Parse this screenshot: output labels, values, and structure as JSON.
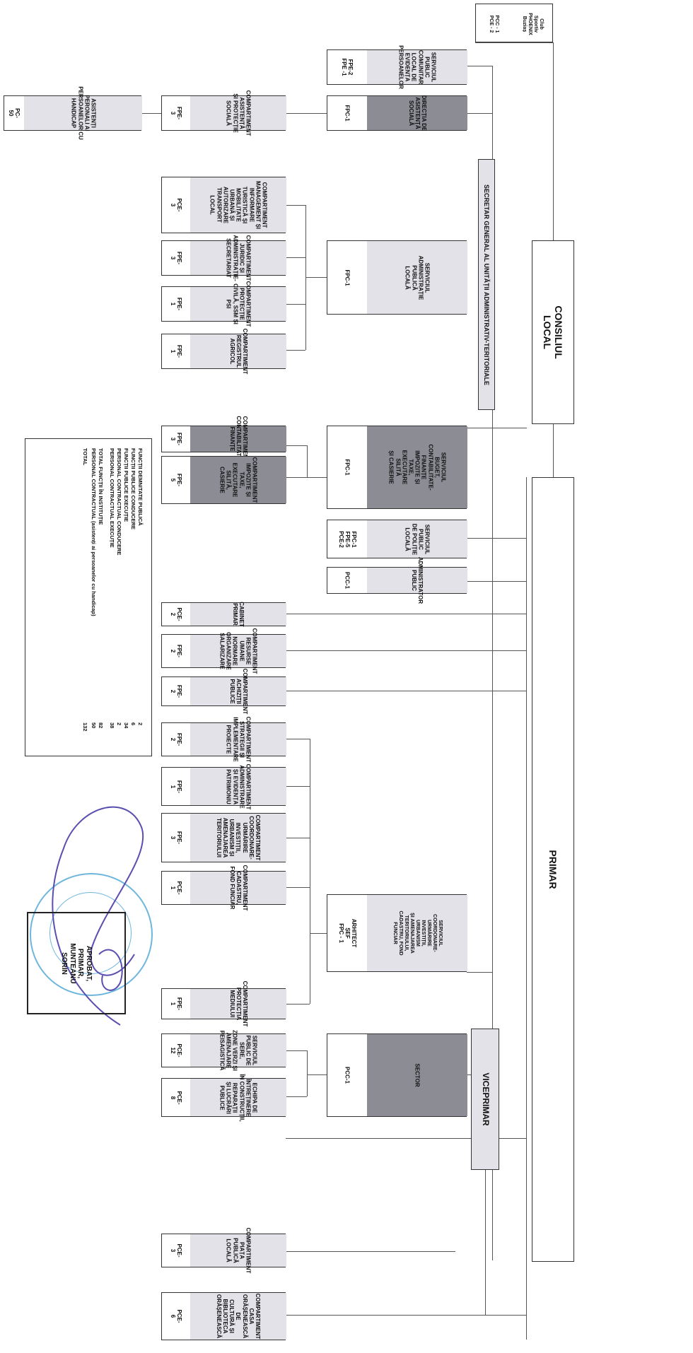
{
  "header": {
    "consiliul_local": "CONSILIUL LOCAL",
    "primar": "PRIMAR",
    "viceprimar": "VICEPRIMAR",
    "secretar_general": "SECRETAR GENERAL AL UNITĂȚII ADMINISTRATIV-TERITORIALE"
  },
  "club": {
    "name": "Club\nSportiv\nPHOENIX\nBuziaș",
    "code": "PCC - 1\nPCE - 2"
  },
  "units": [
    {
      "code": "FPE-2\nFPE -1",
      "name": "SERVICIUL PUBLIC\nCOMUNITAR LOCAL DE\nEVIDENȚA PERSOANELOR"
    },
    {
      "code": "FPC-1",
      "name": "DIRECȚIA DE ASISTENȚĂ\nSOCIALĂ"
    },
    {
      "code": "FPE-3",
      "name": "COMPARTIMENT ASISTENȚĂ\nȘI PROTECȚIE SOCIALĂ"
    },
    {
      "code": "PC-50",
      "name": "ASISTENȚI PERONALI AI\nPERSOANELOR CU HANDICAP"
    },
    {
      "code": "FPC-1",
      "name": "SERVICIUL ADMINISTRAȚIE\nPUBLICĂ LOCALĂ"
    },
    {
      "code": "PCE-3",
      "name": "COMPARTIMENT\nMANAGEMENT ȘI INFORMARE\nTURISTICĂ ȘI MOBILITATE\nURBANĂ ȘI AUTORIZARE\nTRANSPORT LOCAL"
    },
    {
      "code": "FPE-3",
      "name": "COMPARTIMENT JURIDIC ȘI\nADMINISTRAȚIE-SECRETARIAT"
    },
    {
      "code": "FPE-1",
      "name": "COMPARTIMENT PROTECȚIE\nCIVILĂ, SSM ȘI PSI"
    },
    {
      "code": "FPE-1",
      "name": "COMPARTIMENT\nREGISTRUL AGRICOL"
    },
    {
      "code": "FPC-1",
      "name": "SERVICIUL BUGET,\nCONTABILITATE-\nFINANȚE\nIMPOZITE ȘI TAXE,\nEXECUTARE SILITĂ\nȘI CASIERIE"
    },
    {
      "code": "FPE-3",
      "name": "COMPARTIMENT\nCONTABILITATE-FINANȚE"
    },
    {
      "code": "FPE-5",
      "name": "COMPARTIMENT\nIMPOZITE ȘI TAXE,\nEXECUTARE SILITĂ,\nCASIERIE"
    },
    {
      "code": "FPC-1\nFPE-5\nPCE-2",
      "name": "SERVICIUL PUBLIC\nDE POLIȚIE LOCALĂ"
    },
    {
      "code": "PCC-1",
      "name": "ADMINISTRATOR PUBLIC"
    },
    {
      "code": "PCE-2",
      "name": "CABINET PRIMAR"
    },
    {
      "code": "FPE-2",
      "name": "COMPARTIMENT RESURSE\nUMANE NORMARE\nORGANIZARE SALARIZARE"
    },
    {
      "code": "FPE-2",
      "name": "COMPARTIMENT\nACHIZIȚII PUBLICE"
    },
    {
      "code": "FPE-2",
      "name": "COMPARTIMENT STRATEGII ȘI\nIMPLEMENTARE PROIECTE"
    },
    {
      "code": "FPE-1",
      "name": "COMPARTIMENT\nADMINISTRARE ȘI EVIDENȚA\nPATRIMONIU"
    },
    {
      "code": "FPE-3",
      "name": "COMPARTIMENT\nCOORDONARE-\nURMĂRIRE INVESTIȚII,\nURBANISM ȘI AMENAJAREA\nTERITORIULUI"
    },
    {
      "code": "PCE-1",
      "name": "COMPARTIMENT CADASTRU,\nFOND FUNCIAR"
    },
    {
      "code": "FPE-1",
      "name": "COMPARTIMENT\nPROTECȚIA MEDIULUI"
    },
    {
      "code": "ARHITECT ȘEF\nFPC - 1",
      "name": "SERVICIUL\nCOORDONARE-\nURMĂRIRE\nINVESTIȚII,\nURBANISM\nȘI AMENAJAREA\nTERITORIULUI,\nCADASTRU, FOND\nFUNCIAR"
    },
    {
      "code": "PCE-12",
      "name": "SERVICIUL PUBLIC DE SERE,\nZONE VERZI ȘI AMENAJARE\nPEISAGISTICĂ"
    },
    {
      "code": "PCE-8",
      "name": "ECHIPA DE ÎNTREȚINERE\nÎN CONSTRUCȚII, REPARAȚII\nȘI LUCRĂRI PUBLICE"
    },
    {
      "code": "PCC-1",
      "name": "SECTOR"
    },
    {
      "code": "PCE-3",
      "name": "COMPARTIMENT PIAȚA\nPUBLICĂ LOCALĂ"
    },
    {
      "code": "PCE-6",
      "name": "COMPARTIMENT CASA\nORĂȘENEASCĂ DE\nCULTURĂ ȘI BIBLIOTECA\nORĂȘENEASCĂ"
    }
  ],
  "totals": [
    {
      "label": "FUNCȚII DEMNITATE PUBLICĂ",
      "value": "2"
    },
    {
      "label": "FUNCȚII PUBLICE CONDUCERE",
      "value": "6"
    },
    {
      "label": "FUNCȚII PUBLICE EXECUȚIE",
      "value": "34"
    },
    {
      "label": "PERSONAL CONTRACTUAL CONDUCERE",
      "value": "2"
    },
    {
      "label": "PERSONAL CONTRACTUAL EXECUȚIE",
      "value": "38"
    },
    {
      "label": "TOTAL FUNCȚII ÎN INSTITUȚIE",
      "value": "82"
    },
    {
      "label": "PERSONAL CONTRACTUAL (asistenți ai persoanelor cu handicap)",
      "value": "50"
    },
    {
      "label": "TOTAL",
      "value": "132"
    }
  ],
  "approval": "APROBAT,\nPRIMAR,\nMUNTEANU SORIN",
  "colors": {
    "light": "#e2e2e8",
    "dark": "#8c8c94",
    "seal": "#6fb6dd",
    "signature": "#5a4fb0"
  }
}
